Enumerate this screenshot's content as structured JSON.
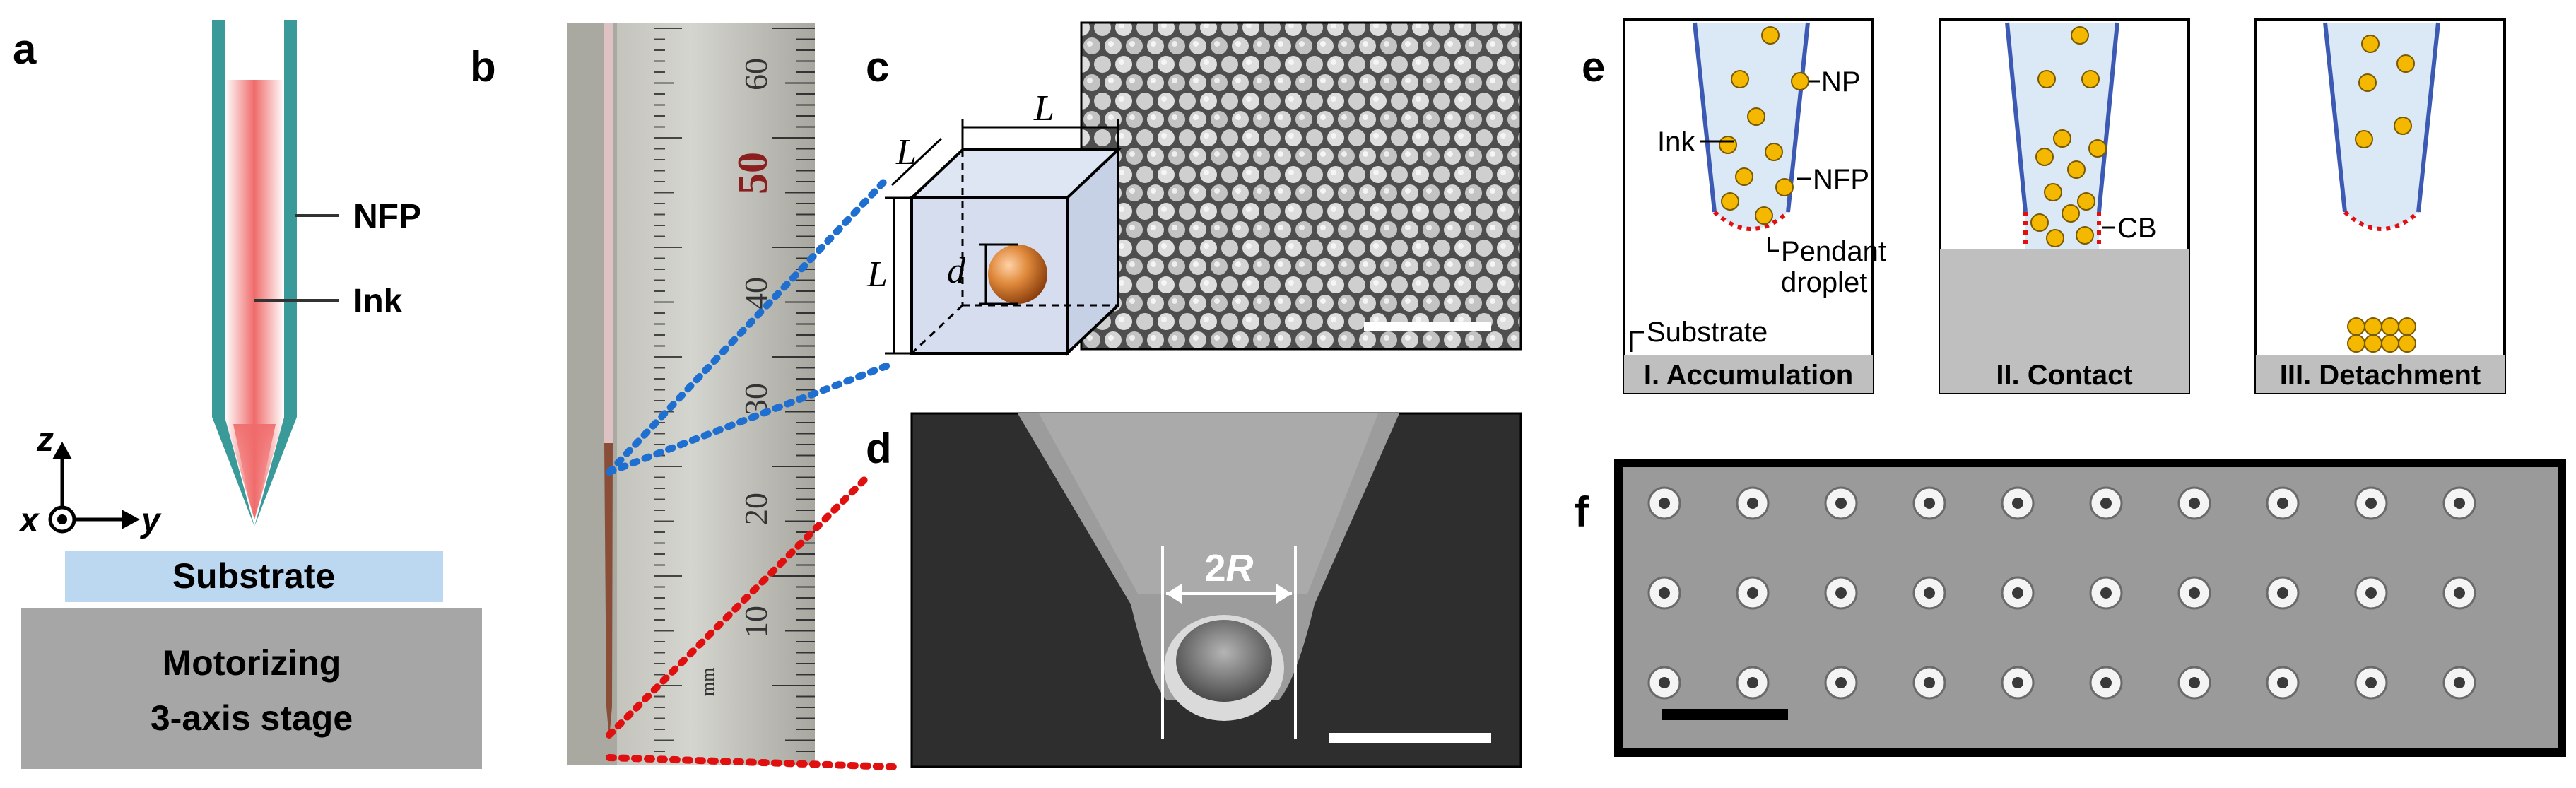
{
  "panels": {
    "a": {
      "label": "a",
      "nfp": "NFP",
      "ink": "Ink",
      "axis_z": "z",
      "axis_x": "x",
      "axis_y": "y",
      "substrate": "Substrate",
      "stage_line1": "Motorizing",
      "stage_line2": "3-axis stage"
    },
    "b": {
      "label": "b",
      "ruler_numbers": [
        "60",
        "40",
        "30",
        "20",
        "10"
      ],
      "ruler_major": "50",
      "ruler_unit": "mm"
    },
    "c": {
      "label": "c",
      "dim_L": "L",
      "dim_d": "d"
    },
    "d": {
      "label": "d",
      "dim_2R": "2R"
    },
    "e": {
      "label": "e",
      "np": "NP",
      "ink": "Ink",
      "nfp": "NFP",
      "pendant_line1": "Pendant",
      "pendant_line2": "droplet",
      "substrate": "Substrate",
      "cb": "CB",
      "step1": "I. Accumulation",
      "step2": "II. Contact",
      "step3": "III. Detachment"
    },
    "f": {
      "label": "f"
    }
  },
  "colors": {
    "pipette_wall": "#3a9a9a",
    "ink_red": "#f06b6b",
    "substrate_blue": "#bcd8f0",
    "stage_gray": "#a6a6a6",
    "np_yellow": "#f5b800",
    "nfp_blue": "#3c5ab4",
    "meniscus_red": "#e01010",
    "leader_blue": "#1f6fd0",
    "leader_red": "#e01010"
  }
}
